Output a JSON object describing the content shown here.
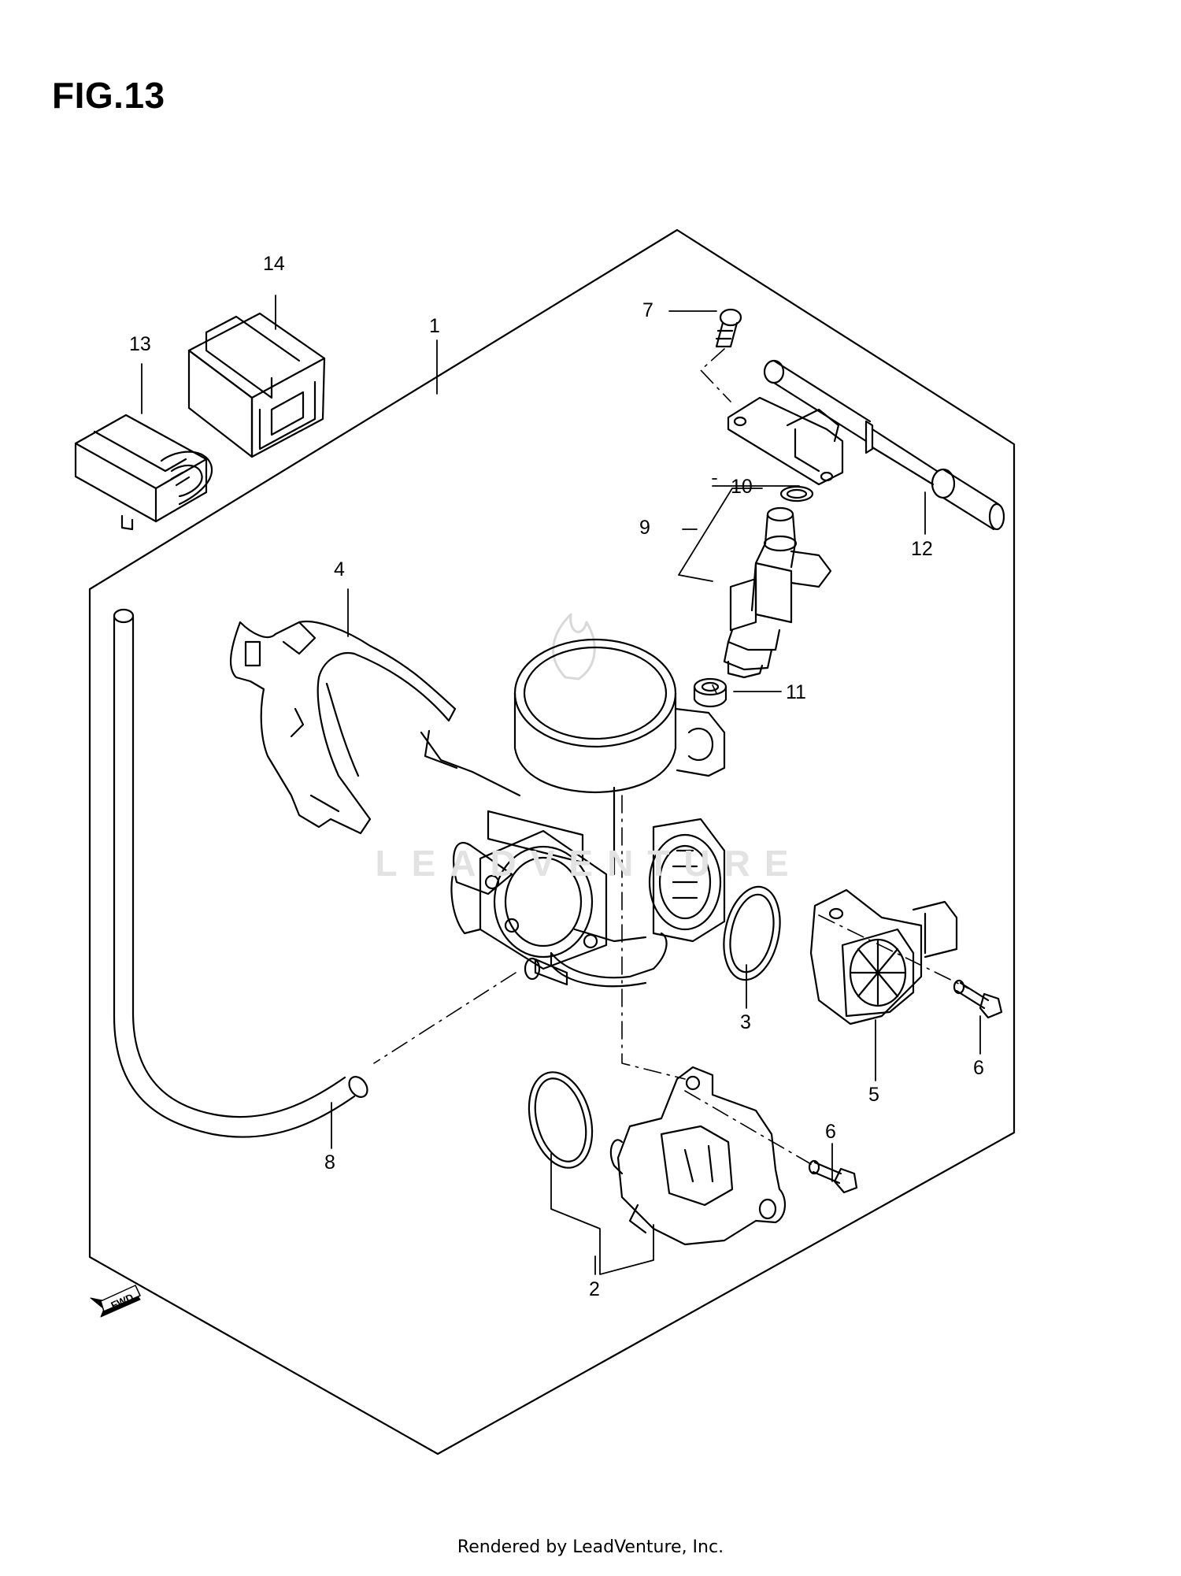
{
  "figure": {
    "title": "FIG.13"
  },
  "callouts": {
    "c1": "1",
    "c2": "2",
    "c3": "3",
    "c4": "4",
    "c5": "5",
    "c6a": "6",
    "c6b": "6",
    "c7": "7",
    "c8": "8",
    "c9": "9",
    "c10": "10",
    "c11": "11",
    "c12": "12",
    "c13": "13",
    "c14": "14"
  },
  "fwd_marker": {
    "text": "FWD"
  },
  "watermark": {
    "text": "LEADVENTURE"
  },
  "footer": {
    "text": "Rendered by LeadVenture, Inc."
  }
}
